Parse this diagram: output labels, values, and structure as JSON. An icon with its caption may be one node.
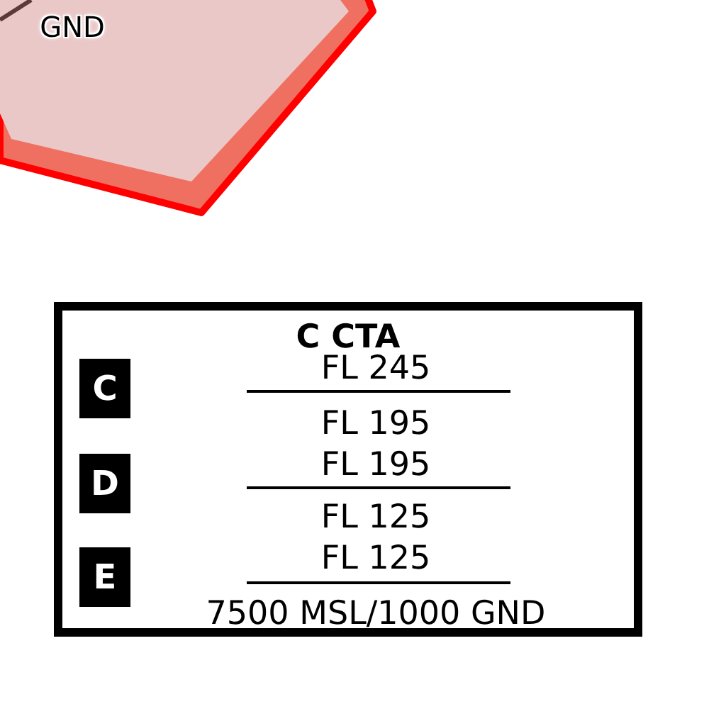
{
  "diagram": {
    "nodes": [
      {
        "text": [
          "C CTA"
        ]
      },
      {
        "text": [
          "C"
        ],
        "in": 0
      },
      {
        "text": [
          "D"
        ],
        "in": 0
      },
      {
        "text": [
          "E"
        ],
        "in": 0
      }
    ],
    "labels": [
      "GND",
      "FL 245",
      "FL 195",
      "FL 195",
      "FL 125",
      "FL 125",
      "7500 MSL/1000 GND"
    ]
  }
}
